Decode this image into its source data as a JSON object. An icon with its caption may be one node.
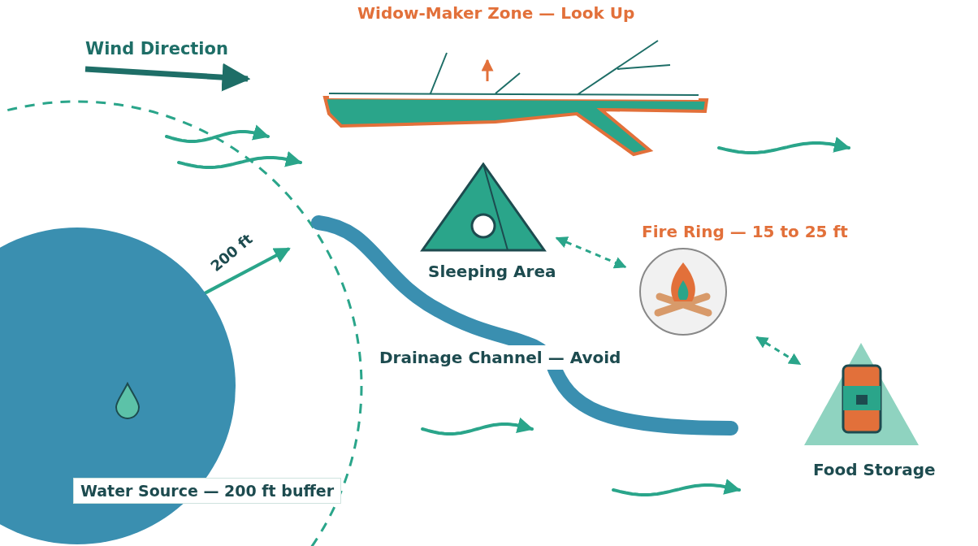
{
  "diagram": {
    "nodes": [
      {
        "text": [
          "Water Source — 200 ft buffer"
        ]
      },
      {
        "text": [
          "Widow-Maker Zone — Look Up"
        ]
      },
      {
        "text": [
          "Sleeping Area"
        ]
      },
      {
        "text": [
          "Fire Ring — 15 to 25 ft"
        ]
      },
      {
        "text": [
          "Food Storage"
        ]
      },
      {
        "text": [
          "Drainage Channel — Avoid"
        ]
      }
    ],
    "edges": [
      {
        "from": 2,
        "to": 3,
        "arrow": "both",
        "style": "dashed"
      },
      {
        "from": 3,
        "to": 4,
        "arrow": "both",
        "style": "dashed"
      }
    ],
    "labels": [
      "Wind Direction",
      "200 ft"
    ]
  }
}
